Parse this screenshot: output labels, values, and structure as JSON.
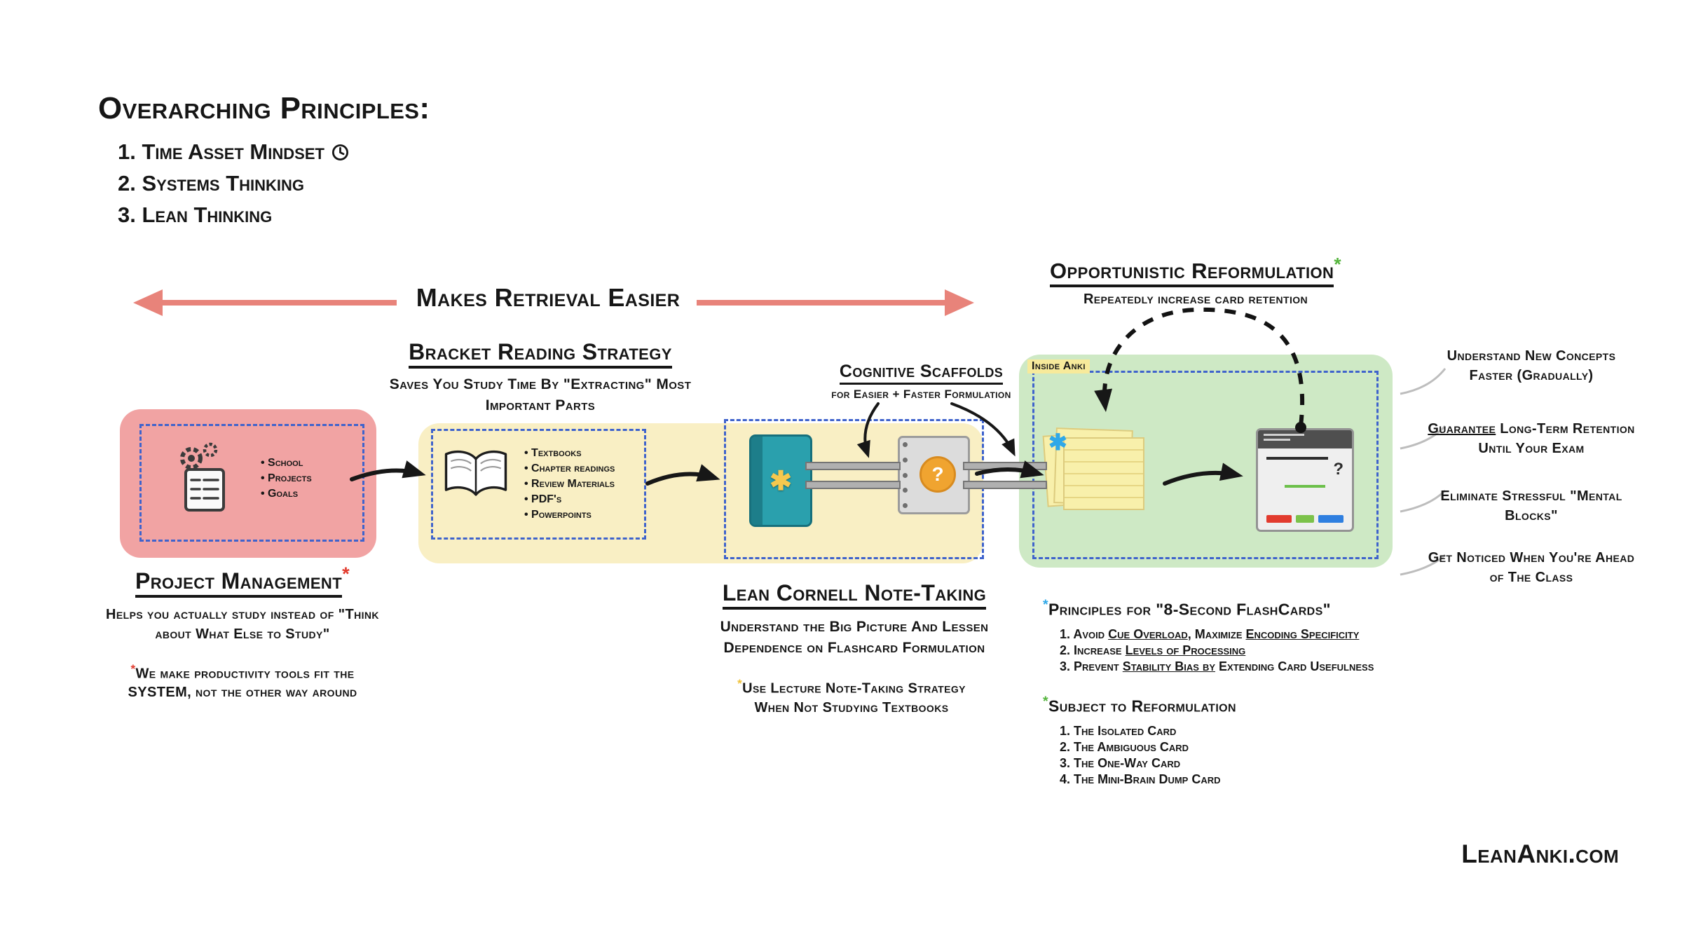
{
  "principles": {
    "title": "Overarching Principles:",
    "items": [
      "1. Time Asset Mindset",
      "2. Systems Thinking",
      "3. Lean Thinking"
    ]
  },
  "retrieval": {
    "label": "Makes Retrieval Easier"
  },
  "opportunistic": {
    "title": "Opportunistic Reformulation",
    "asterisk": "*",
    "subtitle": "Repeatedly increase card retention"
  },
  "project": {
    "box_items": [
      "School",
      "Projects",
      "Goals"
    ],
    "title": "Project Management",
    "asterisk": "*",
    "subtitle": "Helps you actually study instead of \"Think about What Else to Study\"",
    "note_asterisk": "*",
    "note": "We make productivity tools fit the SYSTEM, not the other way around"
  },
  "bracket": {
    "title": "Bracket Reading Strategy",
    "subtitle": "Saves You Study Time By \"Extracting\" Most Important Parts",
    "box_items": [
      "Textbooks",
      "Chapter readings",
      "Review Materials",
      "PDF's",
      "Powerpoints"
    ]
  },
  "scaffolds": {
    "title": "Cognitive Scaffolds",
    "subtitle": "for Easier + Faster Formulation"
  },
  "cornell": {
    "title": "Lean Cornell Note-Taking",
    "subtitle": "Understand the Big Picture And Lessen Dependence on Flashcard Formulation",
    "note_asterisk": "*",
    "note": "Use Lecture Note-Taking Strategy When Not Studying Textbooks"
  },
  "anki": {
    "label": "Inside Anki",
    "notebook_asterisk": "✱",
    "notes_asterisk": "✱",
    "question_mark": "?"
  },
  "flashcard_principles": {
    "asterisk": "*",
    "title": "Principles for \"8-Second FlashCards\"",
    "items": [
      {
        "parts": [
          {
            "t": "1. Avoid "
          },
          {
            "t": "Cue Overload",
            "u": true
          },
          {
            "t": ", Maximize "
          },
          {
            "t": "Encoding Specificity",
            "u": true
          }
        ]
      },
      {
        "parts": [
          {
            "t": "2. Increase "
          },
          {
            "t": "Levels of Processing",
            "u": true
          }
        ]
      },
      {
        "parts": [
          {
            "t": "3. Prevent "
          },
          {
            "t": "Stability Bias by",
            "u": true
          },
          {
            "t": " Extending Card Usefulness"
          }
        ]
      }
    ]
  },
  "reformulation": {
    "asterisk": "*",
    "title": "Subject to Reformulation",
    "items": [
      "1. The Isolated Card",
      "2. The Ambiguous Card",
      "3. The One-Way Card",
      "4. The Mini-Brain Dump Card"
    ]
  },
  "outcomes": [
    {
      "parts": [
        {
          "t": "Understand New Concepts Faster (Gradually)"
        }
      ]
    },
    {
      "parts": [
        {
          "t": "Guarantee",
          "u": true
        },
        {
          "t": " Long-Term Retention Until Your Exam"
        }
      ]
    },
    {
      "parts": [
        {
          "t": "Eliminate Stressful \"Mental Blocks\""
        }
      ]
    },
    {
      "parts": [
        {
          "t": "Get Noticed When You're Ahead of The Class"
        }
      ]
    }
  ],
  "footer": "LeanAnki.com",
  "colors": {
    "pink_box": "#f1a3a3",
    "yellow_box": "#f9efc4",
    "green_box": "#cee9c5",
    "dash_blue": "#3f63cc",
    "salmon_arrow": "#e8837a",
    "red_asterisk": "#e23b2e",
    "green_asterisk": "#54b43c",
    "blue_asterisk": "#2fa8e8",
    "yellow_asterisk": "#f0c23a"
  }
}
